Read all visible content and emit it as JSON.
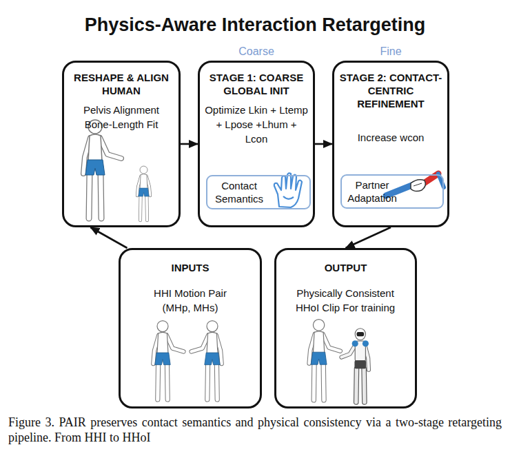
{
  "diagram": {
    "title": "Physics-Aware Interaction Retargeting",
    "caption": "Figure 3. PAIR preserves contact semantics and physical consistency via a two-stage retargeting pipeline. From HHI to HHoI",
    "nodes": [
      {
        "text": [
          "RESHAPE & ALIGN HUMAN",
          "Pelvis Alignment Bone-Length Fit"
        ]
      },
      {
        "text": [
          "Coarse",
          "STAGE 1: COARSE GLOBAL INIT",
          "Optimize Lkin + Ltemp + Lpose +Lhum + Lcon"
        ]
      },
      {
        "text": [
          "Contact Semantics"
        ],
        "in": 1
      },
      {
        "text": [
          "Fine",
          "STAGE 2: CONTACT-CENTRIC REFINEMENT",
          "Increase wcon"
        ]
      },
      {
        "text": [
          "Partner Adaptation"
        ],
        "in": 3
      },
      {
        "text": [
          "INPUTS",
          "HHI Motion Pair (MHp, MHs)"
        ]
      },
      {
        "text": [
          "OUTPUT",
          "Physically Consistent HHoI Clip For training"
        ]
      }
    ],
    "edges": [
      {
        "from": 0,
        "to": 1,
        "arrow": "to"
      },
      {
        "from": 1,
        "to": 3,
        "arrow": "to"
      },
      {
        "from": 3,
        "to": 6,
        "arrow": "to"
      },
      {
        "from": 5,
        "to": 0,
        "arrow": "to"
      }
    ]
  }
}
